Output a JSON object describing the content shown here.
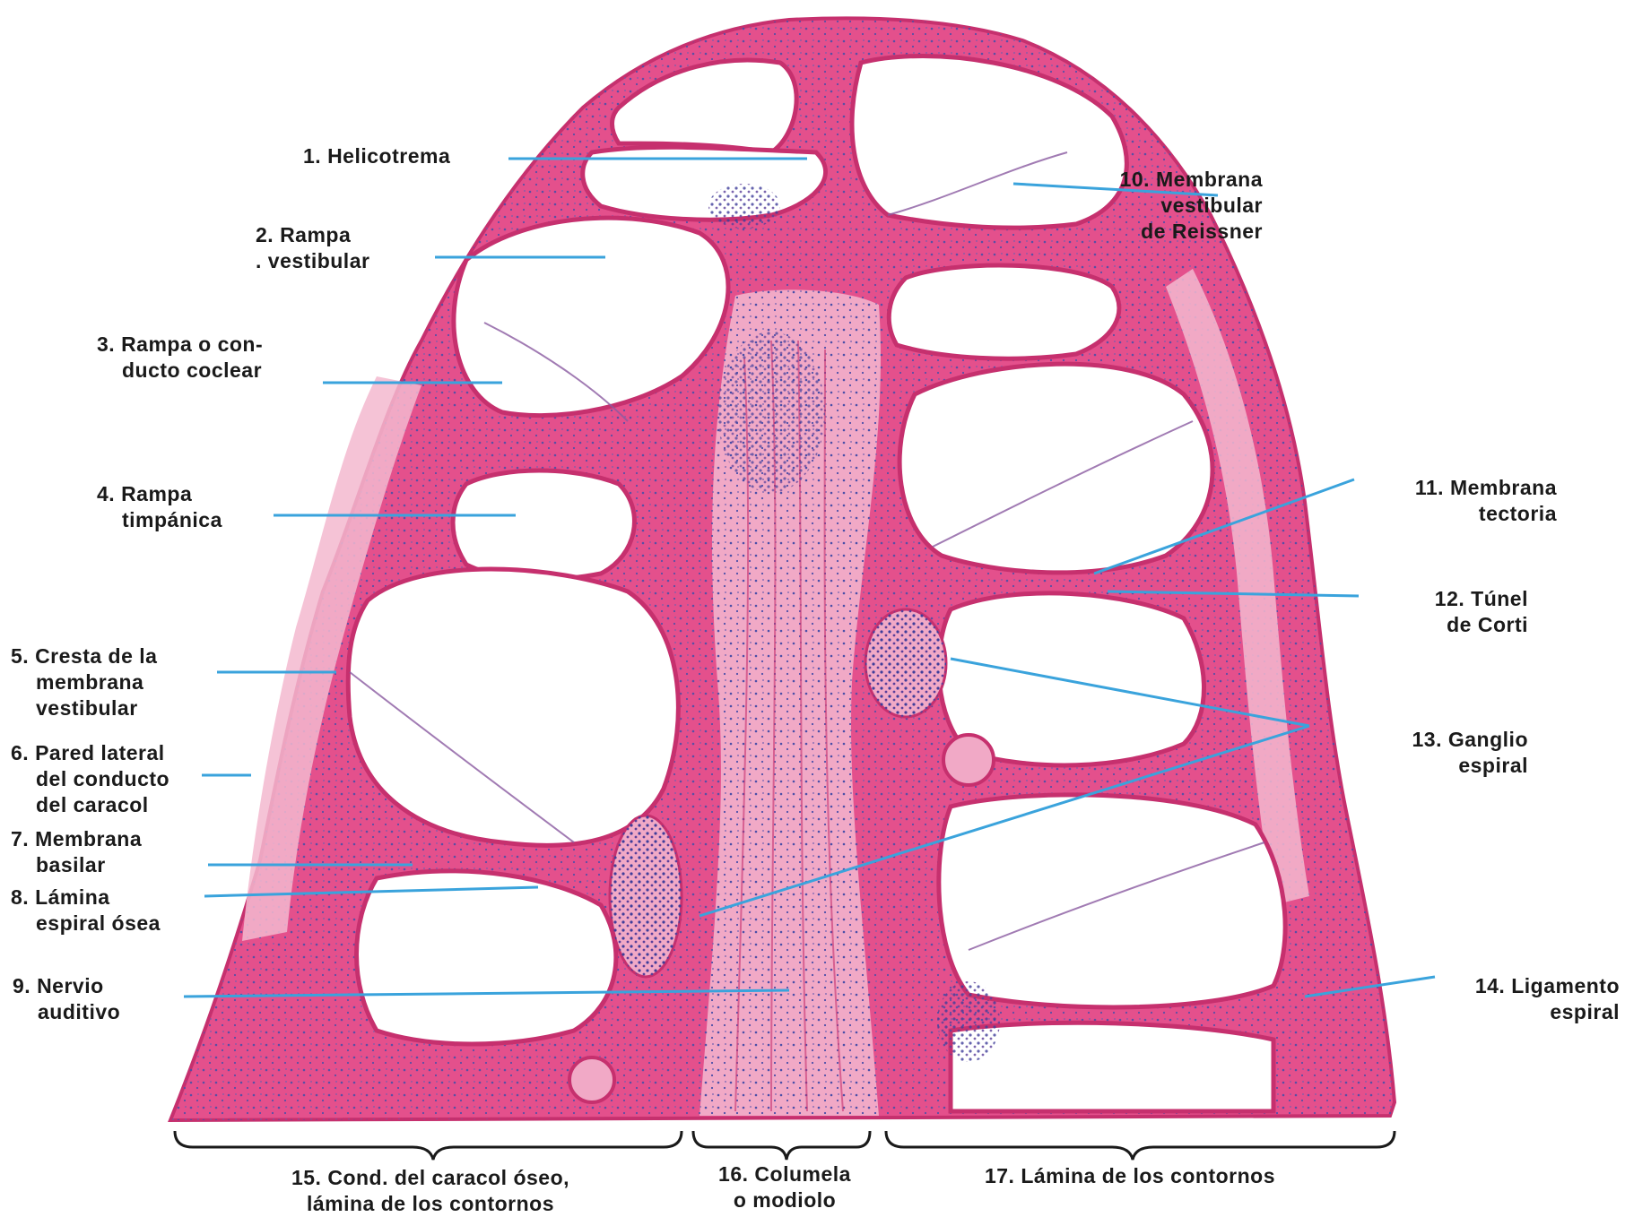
{
  "labels": {
    "l1": [
      "1. Helicotrema"
    ],
    "l2": [
      "2. Rampa",
      ". vestibular"
    ],
    "l3": [
      "3. Rampa o con-",
      "ducto coclear"
    ],
    "l4": [
      "4. Rampa",
      "timpánica"
    ],
    "l5": [
      "5. Cresta de la",
      "membrana",
      "vestibular"
    ],
    "l6": [
      "6. Pared lateral",
      "del conducto",
      "del caracol"
    ],
    "l7": [
      "7. Membrana",
      "basilar"
    ],
    "l8": [
      "8. Lámina",
      "espiral ósea"
    ],
    "l9": [
      "9. Nervio",
      "auditivo"
    ],
    "l10": [
      "10. Membrana",
      "vestibular",
      "de Reissner"
    ],
    "l11": [
      "11. Membrana",
      "tectoria"
    ],
    "l12": [
      "12. Túnel",
      "de Corti"
    ],
    "l13": [
      "13. Ganglio",
      "espiral"
    ],
    "l14": [
      "14. Ligamento",
      "espiral"
    ],
    "l15": [
      "15. Cond. del caracol óseo,",
      "lámina de los contornos"
    ],
    "l16": [
      "16. Columela",
      "o modiolo"
    ],
    "l17": [
      "17. Lámina de los contornos"
    ]
  },
  "colors": {
    "tissue": "#e4508c",
    "tissue_light": "#f3b8cf",
    "tissue_dark": "#c6306e",
    "nuclei": "#4a4fa8",
    "leader_line": "#3aa3dc",
    "cavity": "#ffffff"
  }
}
